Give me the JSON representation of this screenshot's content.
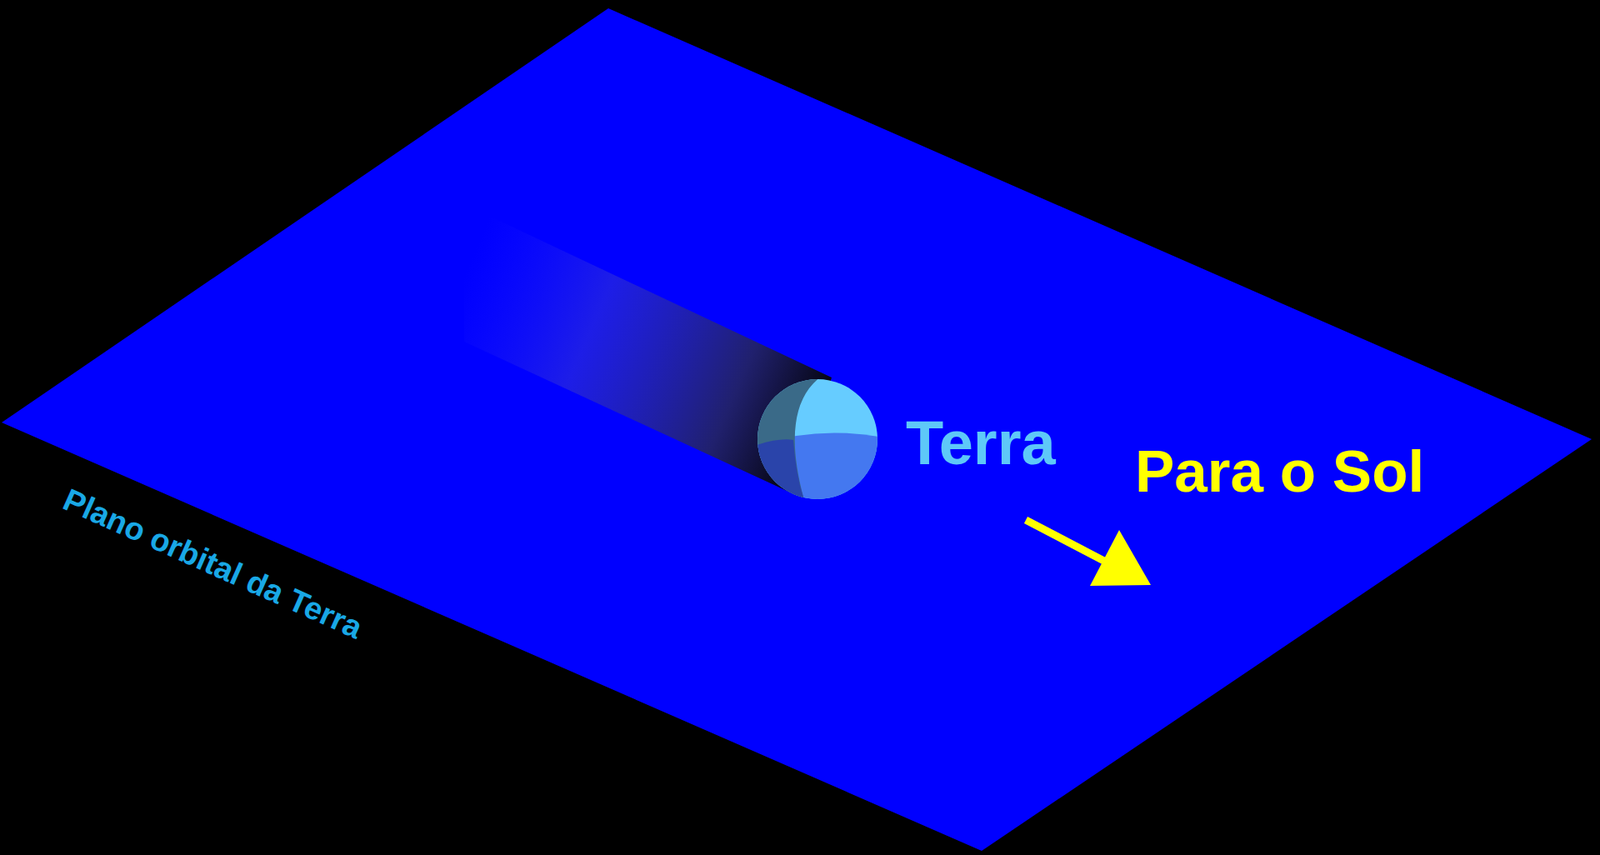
{
  "diagram": {
    "labels": [
      "Terra",
      "Para o Sol",
      "Plano orbital da Terra"
    ]
  }
}
